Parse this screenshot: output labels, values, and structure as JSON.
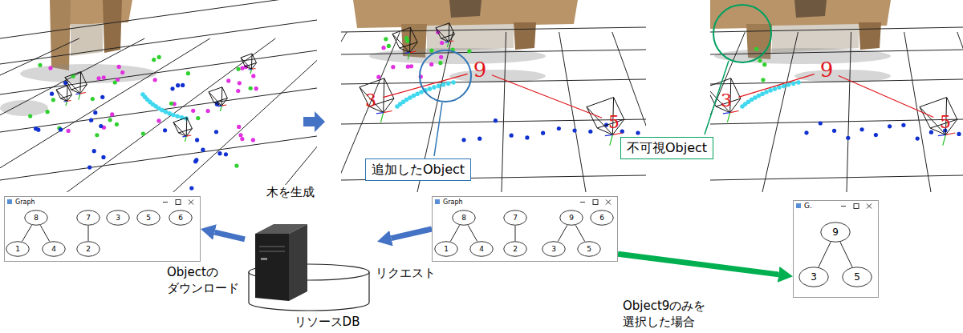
{
  "diagram": {
    "nodes": [
      {
        "text": [
          "追加したObject"
        ]
      },
      {
        "text": [
          "不可視Object"
        ]
      },
      {
        "text": [
          "Graph"
        ]
      },
      {
        "text": [
          "8"
        ],
        "in": 2
      },
      {
        "text": [
          "7"
        ],
        "in": 2
      },
      {
        "text": [
          "3"
        ],
        "in": 2
      },
      {
        "text": [
          "5"
        ],
        "in": 2
      },
      {
        "text": [
          "6"
        ],
        "in": 2
      },
      {
        "text": [
          "1"
        ],
        "in": 2
      },
      {
        "text": [
          "4"
        ],
        "in": 2
      },
      {
        "text": [
          "2"
        ],
        "in": 2
      },
      {
        "text": [
          "リソースDB"
        ]
      },
      {
        "text": [
          "Graph"
        ]
      },
      {
        "text": [
          "8"
        ],
        "in": 12
      },
      {
        "text": [
          "7"
        ],
        "in": 12
      },
      {
        "text": [
          "9"
        ],
        "in": 12
      },
      {
        "text": [
          "6"
        ],
        "in": 12
      },
      {
        "text": [
          "1"
        ],
        "in": 12
      },
      {
        "text": [
          "4"
        ],
        "in": 12
      },
      {
        "text": [
          "2"
        ],
        "in": 12
      },
      {
        "text": [
          "3"
        ],
        "in": 12
      },
      {
        "text": [
          "5"
        ],
        "in": 12
      },
      {
        "text": [
          "G."
        ]
      },
      {
        "text": [
          "9"
        ],
        "in": 22
      },
      {
        "text": [
          "3"
        ],
        "in": 22
      },
      {
        "text": [
          "5"
        ],
        "in": 22
      }
    ],
    "edges": [
      {
        "from": 3,
        "to": 8,
        "arrow": "none"
      },
      {
        "from": 3,
        "to": 9,
        "arrow": "none"
      },
      {
        "from": 4,
        "to": 10,
        "arrow": "none"
      },
      {
        "from": 13,
        "to": 17,
        "arrow": "none"
      },
      {
        "from": 13,
        "to": 18,
        "arrow": "none"
      },
      {
        "from": 14,
        "to": 19,
        "arrow": "none"
      },
      {
        "from": 15,
        "to": 20,
        "arrow": "none"
      },
      {
        "from": 15,
        "to": 21,
        "arrow": "none"
      },
      {
        "from": 23,
        "to": 24,
        "arrow": "none"
      },
      {
        "from": 23,
        "to": 25,
        "arrow": "none"
      },
      {
        "from": 12,
        "to": 11,
        "label": "リクエスト",
        "arrow": "to"
      },
      {
        "from": 11,
        "to": 2,
        "label": "Objectの ダウンロード",
        "arrow": "to"
      },
      {
        "from": 12,
        "to": 22,
        "label": "Object9のみを 選択した場合",
        "arrow": "to"
      }
    ],
    "labels": [
      "木を生成",
      "9",
      "3",
      "5",
      "9",
      "3",
      "5"
    ]
  }
}
